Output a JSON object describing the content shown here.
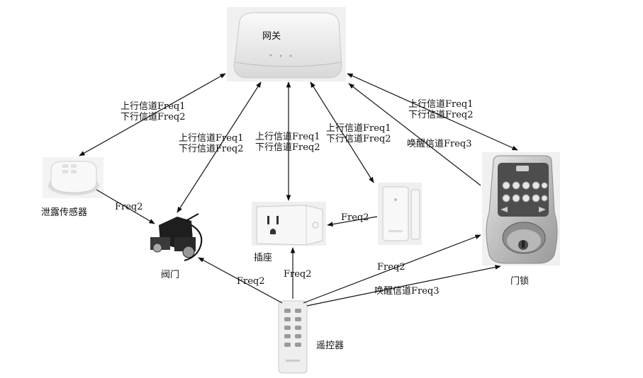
{
  "nodes": {
    "gateway": "网关",
    "leak_sensor": "泄露传感器",
    "valve": "阀门",
    "socket": "插座",
    "door_sensor": "",
    "door_lock": "门锁",
    "remote": "遥控器"
  },
  "channels": {
    "up": "上行信道Freq1",
    "down": "下行信道Freq2",
    "freq2": "Freq2",
    "wake": "唤醒信道Freq3"
  },
  "edges": [
    {
      "from": "gateway",
      "to": "leak_sensor",
      "label": [
        "上行信道Freq1",
        "下行信道Freq2"
      ],
      "direction": "both"
    },
    {
      "from": "gateway",
      "to": "valve",
      "label": [
        "上行信道Freq1",
        "下行信道Freq2"
      ],
      "direction": "both"
    },
    {
      "from": "gateway",
      "to": "socket",
      "label": [
        "上行信道Freq1",
        "下行信道Freq2"
      ],
      "direction": "both"
    },
    {
      "from": "gateway",
      "to": "door_sensor",
      "label": [
        "上行信道Freq1",
        "下行信道Freq2"
      ],
      "direction": "both"
    },
    {
      "from": "gateway",
      "to": "door_lock",
      "label": [
        "上行信道Freq1",
        "下行信道Freq2"
      ],
      "direction": "both"
    },
    {
      "from": "door_lock",
      "to": "gateway",
      "label": [
        "唤醒信道Freq3"
      ],
      "direction": "one"
    },
    {
      "from": "leak_sensor",
      "to": "valve",
      "label": [
        "Freq2"
      ],
      "direction": "one"
    },
    {
      "from": "door_sensor",
      "to": "socket",
      "label": [
        "Freq2"
      ],
      "direction": "one"
    },
    {
      "from": "remote",
      "to": "valve",
      "label": [
        "Freq2"
      ],
      "direction": "one"
    },
    {
      "from": "remote",
      "to": "socket",
      "label": [
        "Freq2"
      ],
      "direction": "one"
    },
    {
      "from": "remote",
      "to": "door_lock",
      "label": [
        "Freq2"
      ],
      "direction": "one"
    },
    {
      "from": "remote",
      "to": "door_lock",
      "label": [
        "唤醒信道Freq3"
      ],
      "direction": "one"
    }
  ]
}
